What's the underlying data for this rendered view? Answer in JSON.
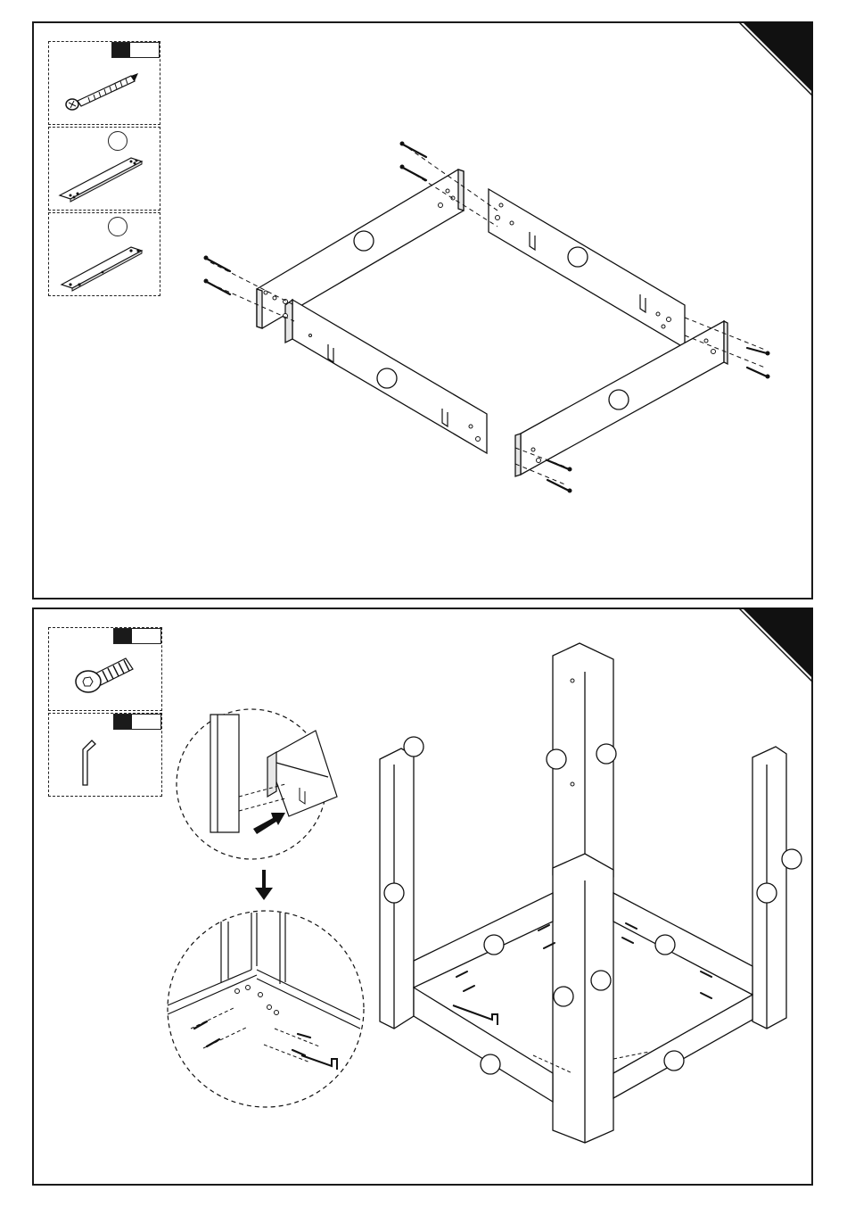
{
  "steps": [
    {
      "number": "",
      "parts": [
        {
          "id": "screw",
          "icon": "wood-screw-icon",
          "qty": ""
        },
        {
          "id": "bracket-a",
          "icon": "flat-bracket-icon",
          "label": ""
        },
        {
          "id": "bracket-b",
          "icon": "flat-bracket-icon",
          "label": ""
        }
      ],
      "part_labels": [
        "",
        "",
        "",
        ""
      ]
    },
    {
      "number": "",
      "parts": [
        {
          "id": "bolt",
          "icon": "hex-bolt-icon",
          "qty": ""
        },
        {
          "id": "allen-key",
          "icon": "allen-key-icon",
          "qty": ""
        }
      ],
      "part_labels": [
        "",
        "",
        "",
        "",
        "",
        "",
        "",
        "",
        "",
        "",
        "",
        ""
      ]
    }
  ],
  "colors": {
    "line": "#1a1a1a",
    "background": "#ffffff",
    "corner": "#111111"
  }
}
